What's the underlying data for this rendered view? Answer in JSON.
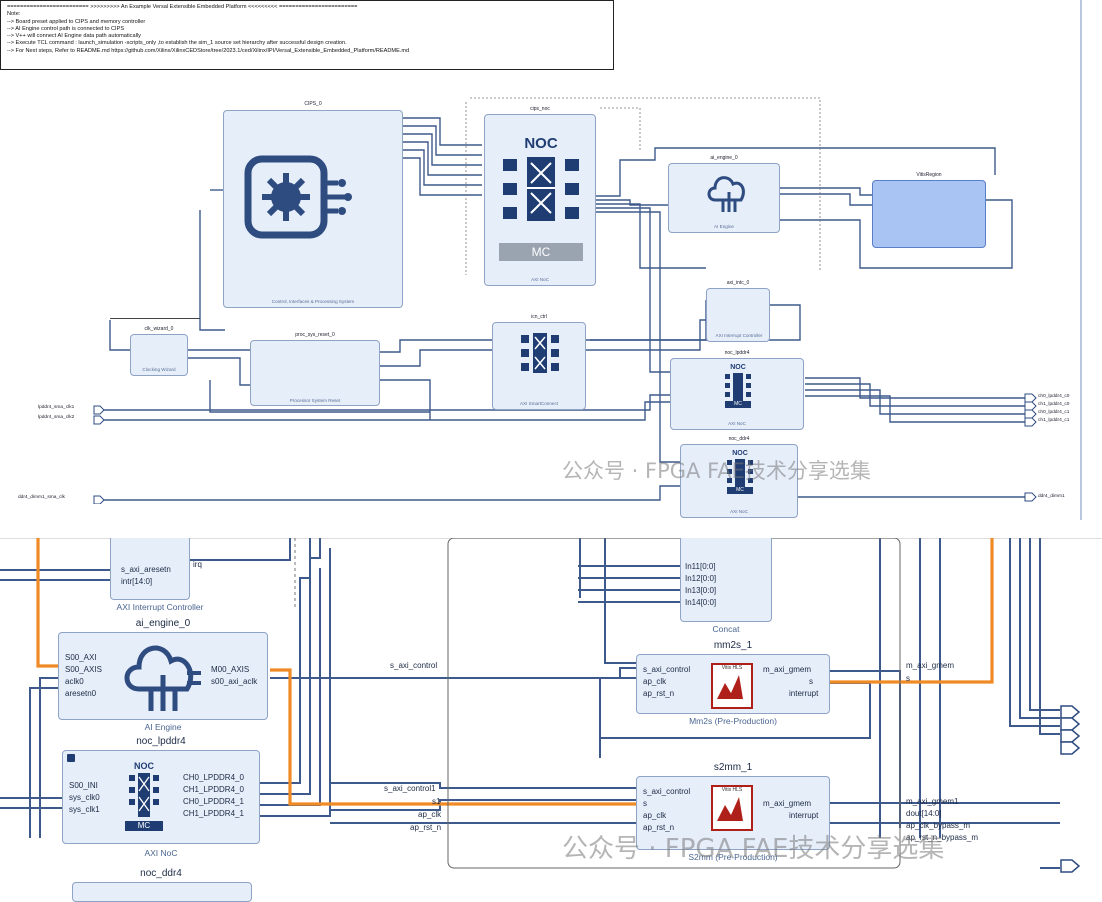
{
  "note": {
    "lines": [
      "========================= >>>>>>>>> An Example Versal Extensible Embedded Platform <<<<<<<<< ========================",
      "Note:",
      "--> Board preset applied to CIPS and memory controller",
      "--> AI Engine control path is connected to CIPS",
      "--> V++ will connect AI Engine data path automatically",
      "--> Execute TCL command : launch_simulation -scripts_only ,to establish the sim_1 source set hierarchy after successful design creation.",
      "--> For Next steps, Refer to README.md https://github.com/Xilinx/XilinxCEDStore/tree/2023.1/ced/Xilinx/IPI/Versal_Extensible_Embedded_Platform/README.md"
    ]
  },
  "top": {
    "cips": {
      "name": "CIPS_0",
      "subtitle": "Control, Interfaces & Processing System"
    },
    "cips_noc": {
      "name": "cips_noc",
      "noc_label": "NOC",
      "mc_label": "MC",
      "subtitle": "AXI NoC"
    },
    "ai_engine": {
      "name": "ai_engine_0",
      "subtitle": "AI Engine"
    },
    "vitis_region": {
      "name": "VitisRegion"
    },
    "axi_intc": {
      "name": "axi_intc_0",
      "subtitle": "AXI Interrupt Controller"
    },
    "clk_wizard": {
      "name": "clk_wizard_0",
      "subtitle": "Clocking Wizard"
    },
    "proc_sys_reset": {
      "name": "proc_sys_reset_0",
      "subtitle": "Processor System Reset"
    },
    "icn_ctrl": {
      "name": "icn_ctrl",
      "subtitle": "AXI SmartConnect"
    },
    "noc_lpddr4": {
      "name": "noc_lpddr4",
      "noc_label": "NOC",
      "mc_label": "MC",
      "subtitle": "AXI NoC"
    },
    "noc_ddr4": {
      "name": "noc_ddr4",
      "noc_label": "NOC",
      "mc_label": "MC",
      "subtitle": "AXI NoC"
    },
    "left_ports": [
      "lpddr4_sma_clk1",
      "lpddr4_sma_clk2",
      "ddr4_dimm1_sma_clk"
    ],
    "right_ports": [
      "ch0_lpddr4_c0",
      "ch1_lpddr4_c0",
      "ch0_lpddr4_c1",
      "ch1_lpddr4_c1",
      "ddr4_dimm1"
    ]
  },
  "bottom": {
    "intc_ports": [
      "s_axi_aresetn",
      "intr[14:0]"
    ],
    "intc_irq": "irq",
    "intc_subtitle": "AXI Interrupt Controller",
    "ai_engine": {
      "name": "ai_engine_0",
      "in_ports": [
        "S00_AXI",
        "S00_AXIS",
        "aclk0",
        "aresetn0"
      ],
      "out_ports": [
        "M00_AXIS",
        "s00_axi_aclk"
      ],
      "subtitle": "AI Engine"
    },
    "noc_lpddr4": {
      "name": "noc_lpddr4",
      "in_ports": [
        "S00_INI",
        "sys_clk0",
        "sys_clk1"
      ],
      "out_ports": [
        "CH0_LPDDR4_0",
        "CH1_LPDDR4_0",
        "CH0_LPDDR4_1",
        "CH1_LPDDR4_1"
      ],
      "noc_label": "NOC",
      "mc_label": "MC",
      "subtitle": "AXI NoC"
    },
    "noc_ddr4": {
      "name": "noc_ddr4"
    },
    "concat": {
      "ports": [
        "In11[0:0]",
        "In12[0:0]",
        "In13[0:0]",
        "In14[0:0]"
      ],
      "subtitle": "Concat"
    },
    "mm2s": {
      "name": "mm2s_1",
      "in_ports": [
        "s_axi_control",
        "ap_clk",
        "ap_rst_n"
      ],
      "out_ports": [
        "m_axi_gmem",
        "s",
        "interrupt"
      ],
      "subtitle": "Mm2s (Pre-Production)",
      "logo": "Vitis HLS"
    },
    "s2mm": {
      "name": "s2mm_1",
      "in_ports": [
        "s_axi_control",
        "s",
        "ap_clk",
        "ap_rst_n"
      ],
      "out_ports": [
        "m_axi_gmem",
        "interrupt"
      ],
      "subtitle": "S2mm (Pre-Production)",
      "logo": "Vitis HLS"
    },
    "nets_left": [
      "s_axi_control",
      "s_axi_control1",
      "s1",
      "ap_clk",
      "ap_rst_n"
    ],
    "nets_right": [
      "m_axi_gmem",
      "s",
      "m_axi_gmem1",
      "dout[14:0]",
      "ap_clk_bypass_m",
      "ap_rst_n_bypass_m"
    ]
  },
  "watermark": "公众号 · FPGA FAE技术分享选集",
  "colors": {
    "block_fill": "#e6eefa",
    "block_border": "#8fa3c4",
    "wire": "#3e5a8c",
    "stream": "#f08a24",
    "vitis": "#a9c3f2"
  }
}
